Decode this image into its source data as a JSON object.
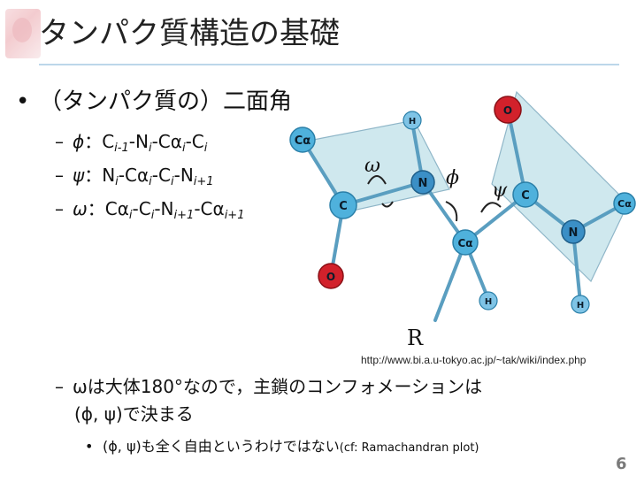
{
  "slide": {
    "title": "タンパク質構造の基礎",
    "page_number": "6"
  },
  "bullets": {
    "main": "（タンパク質の）二面角",
    "phi": {
      "symbol": "ϕ",
      "sep": "：",
      "parts": [
        "C",
        "i-1",
        "-N",
        "i",
        "-Cα",
        "i",
        "-C",
        "i"
      ]
    },
    "psi": {
      "symbol": "ψ",
      "sep": "：",
      "parts": [
        "N",
        "i",
        "-Cα",
        "i",
        "-C",
        "i",
        "-N",
        "i+1"
      ]
    },
    "omega": {
      "symbol": "ω",
      "sep": "：",
      "parts": [
        "Cα",
        "i",
        "-C",
        "i",
        "-N",
        "i+1",
        "-Cα",
        "i+1"
      ]
    }
  },
  "diagram": {
    "source_url": "http://www.bi.a.u-tokyo.ac.jp/~tak/wiki/index.php",
    "atoms": {
      "ca_left": "Cα",
      "c_left": "C",
      "o_bottom": "O",
      "h_top": "H",
      "n_center": "N",
      "ca_center": "Cα",
      "h_bottom_center": "H",
      "c_right": "C",
      "o_top": "O",
      "ca_right": "Cα",
      "n_right": "N",
      "h_bottom_right": "H",
      "r_group": "R"
    },
    "angle_labels": {
      "omega": "ω",
      "phi": "ϕ",
      "psi": "ψ"
    },
    "colors": {
      "carbon": "#4fb1dc",
      "nitrogen": "#3b8fc6",
      "oxygen": "#d2212b",
      "hydrogen": "#7fc4e6",
      "plane": "#cfe8ee",
      "plane_edge": "#8fb6c8",
      "bond": "#5a9ec0"
    }
  },
  "notes": {
    "line1": "ωは大体180°なので，主鎖のコンフォメーションは",
    "line2": "(ϕ, ψ)で決まる",
    "sub_main": "(ϕ, ψ)も全く自由というわけではない",
    "sub_cf": "(cf: Ramachandran plot)"
  }
}
